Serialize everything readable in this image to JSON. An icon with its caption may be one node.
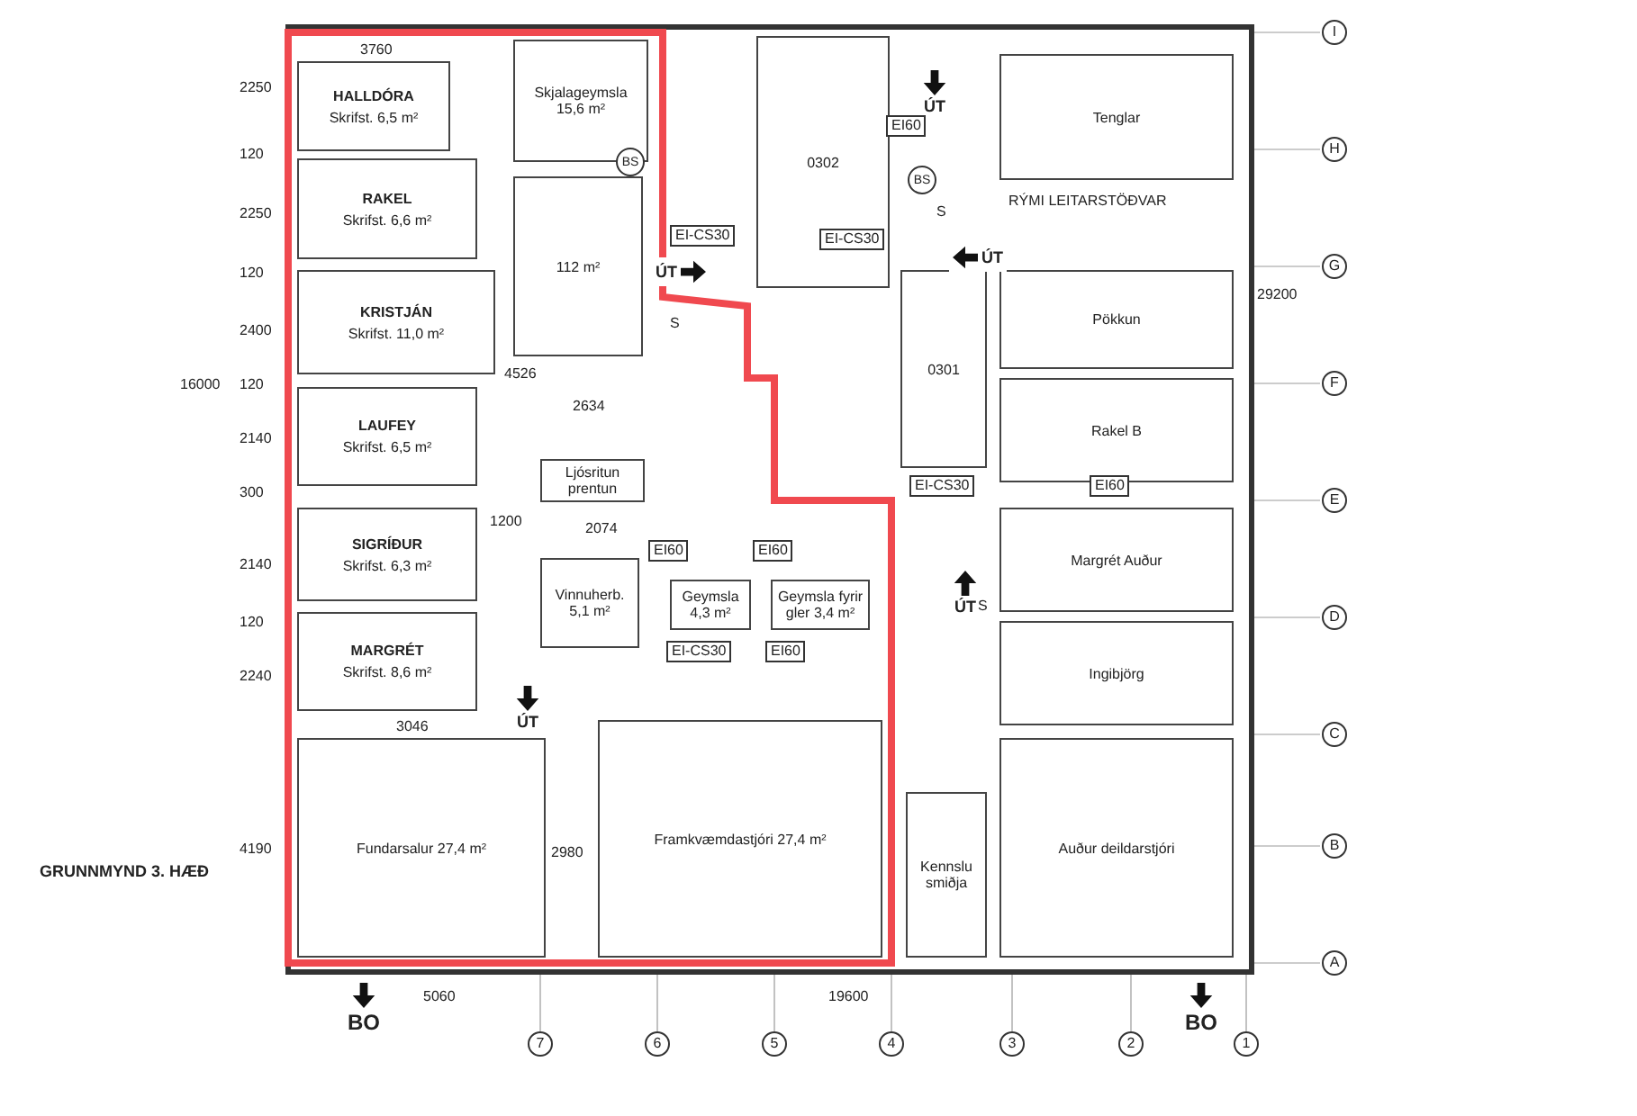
{
  "diagram": {
    "title": "GRUNNMYND 3. HÆÐ",
    "nodes": [
      {
        "text": [
          "HALLDÓRA",
          "Skrifst. 6,5 m²"
        ]
      },
      {
        "text": [
          "Skjalageymsla 15,6 m²"
        ]
      },
      {
        "text": [
          "0302"
        ]
      },
      {
        "text": [
          "RAKEL",
          "Skrifst. 6,6 m²"
        ]
      },
      {
        "text": [
          "112 m²"
        ]
      },
      {
        "text": [
          "0301"
        ]
      },
      {
        "text": [
          "Tenglar"
        ]
      },
      {
        "text": [
          "KRISTJÁN",
          "Skrifst. 11,0 m²"
        ]
      },
      {
        "text": [
          "Pökkun"
        ]
      },
      {
        "text": [
          "LAUFEY",
          "Skrifst. 6,5 m²"
        ]
      },
      {
        "text": [
          "Rakel B"
        ]
      },
      {
        "text": [
          "Ljósritun prentun"
        ]
      },
      {
        "text": [
          "SIGRÍÐUR",
          "Skrifst. 6,3 m²"
        ]
      },
      {
        "text": [
          "Vinnuherb. 5,1 m²"
        ]
      },
      {
        "text": [
          "Geymsla 4,3 m²"
        ]
      },
      {
        "text": [
          "Geymsla fyrir gler 3,4 m²"
        ]
      },
      {
        "text": [
          "Margrét Auður"
        ]
      },
      {
        "text": [
          "MARGRÉT",
          "Skrifst. 8,6 m²"
        ]
      },
      {
        "text": [
          "Ingibjörg"
        ]
      },
      {
        "text": [
          "Fundarsalur 27,4 m²"
        ]
      },
      {
        "text": [
          "Framkvæmdastjóri 27,4 m²"
        ]
      },
      {
        "text": [
          "Kennslu smiðja"
        ]
      },
      {
        "text": [
          "Auður deildarstjóri"
        ]
      }
    ],
    "labels": [
      "3760",
      "I",
      "ÚT",
      "EI60",
      "2250",
      "H",
      "BS",
      "BS",
      "S",
      "RÝMI LEITARSTÖÐVAR",
      "120",
      "2250",
      "EI-CS30",
      "ÚT",
      "EI-CS30",
      "ÚT",
      "G",
      "120",
      "S",
      "29200",
      "2400",
      "16000",
      "120",
      "4526",
      "F",
      "2634",
      "2140",
      "300",
      "EI-CS30",
      "EI60",
      "E",
      "1200",
      "2074",
      "EI60",
      "EI60",
      "ÚT",
      "S",
      "2140",
      "120",
      "3046",
      "EI-CS30",
      "EI60",
      "D",
      "ÚT",
      "2240",
      "C",
      "4190",
      "2980",
      "B",
      "BO",
      "5060",
      "19600",
      "A",
      "BO",
      "7",
      "6",
      "5",
      "4",
      "3",
      "2",
      "1"
    ]
  }
}
